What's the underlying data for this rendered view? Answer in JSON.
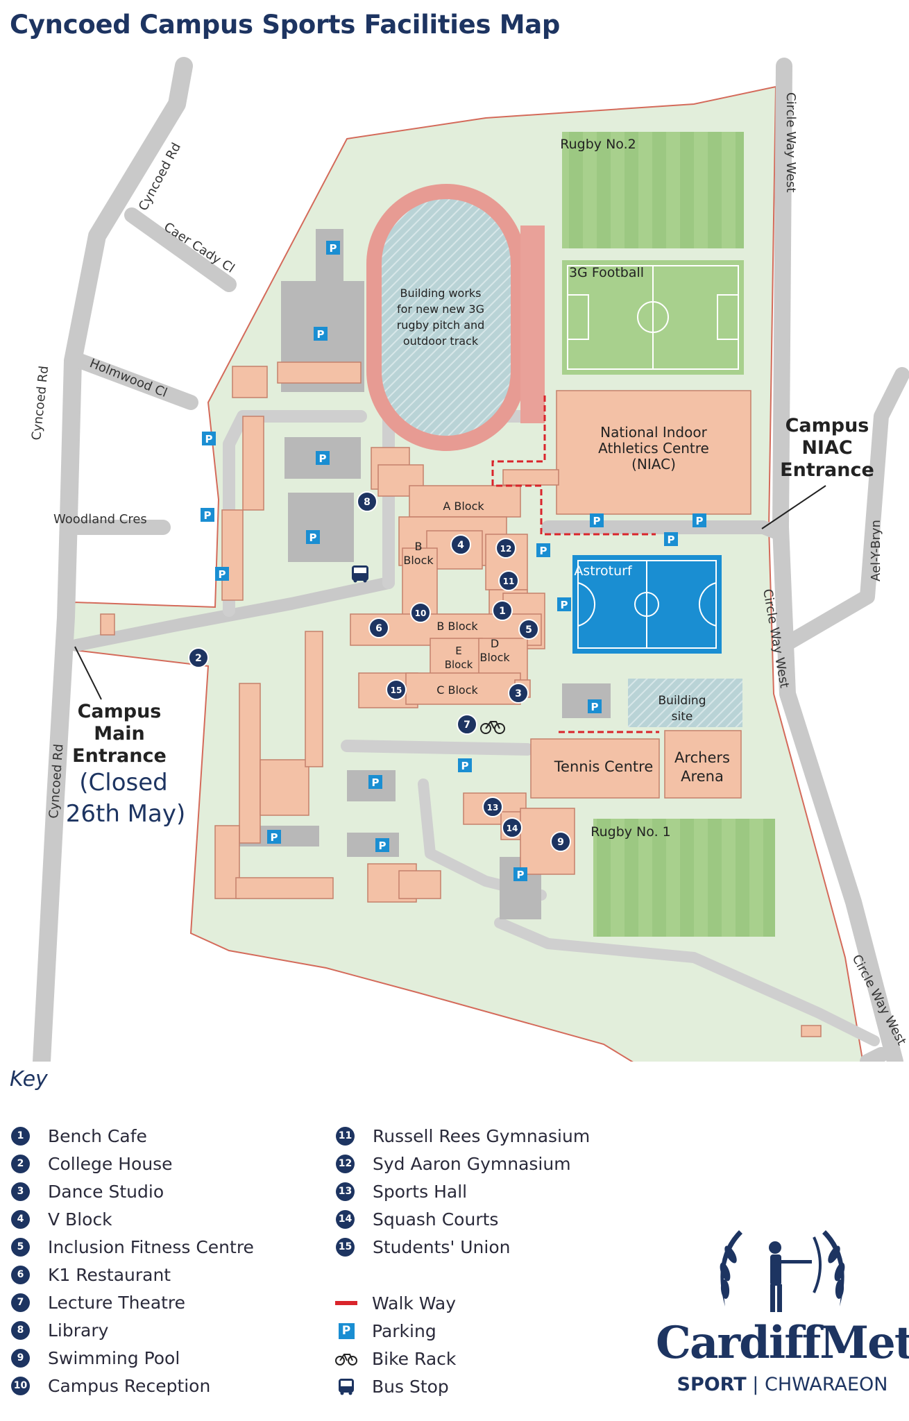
{
  "title": "Cyncoed Campus Sports Facilities Map",
  "map": {
    "roads": {
      "cyncoed_rd_top": "Cyncoed Rd",
      "cyncoed_rd_mid": "Cyncoed Rd",
      "cyncoed_rd_bottom": "Cyncoed Rd",
      "caer_cady": "Caer Cady Cl",
      "holmwood": "Holmwood Cl",
      "woodland": "Woodland Cres",
      "circle_way_top": "Circle Way West",
      "circle_way_mid": "Circle Way West",
      "circle_way_bottom": "Circle Way West",
      "ael_y_bryn": "Ael-Y-Bryn"
    },
    "areas": {
      "rugby2": "Rugby No.2",
      "football3g": "3G Football",
      "works_1": "Building works",
      "works_2": "for new new 3G",
      "works_3": "rugby pitch and",
      "works_4": "outdoor track",
      "niac_1": "National Indoor",
      "niac_2": "Athletics Centre",
      "niac_3": "(NIAC)",
      "astroturf": "Astroturf",
      "building_site_1": "Building",
      "building_site_2": "site",
      "tennis": "Tennis Centre",
      "archers_1": "Archers",
      "archers_2": "Arena",
      "rugby1": "Rugby No. 1",
      "a_block": "A Block",
      "b_block_1": "B",
      "b_block_2": "Block",
      "b_block_main": "B Block",
      "c_block": "C Block",
      "d_block_1": "D",
      "d_block_2": "Block",
      "e_block_1": "E",
      "e_block_2": "Block"
    },
    "entrances": {
      "niac_1": "Campus",
      "niac_2": "NIAC",
      "niac_3": "Entrance",
      "main_1": "Campus",
      "main_2": "Main",
      "main_3": "Entrance",
      "main_4": "(Closed",
      "main_5": "26th May)"
    },
    "parking_label": "P",
    "markers": [
      "1",
      "2",
      "3",
      "4",
      "5",
      "6",
      "7",
      "8",
      "9",
      "10",
      "11",
      "12",
      "13",
      "14",
      "15"
    ]
  },
  "key": {
    "title": "Key",
    "items": [
      {
        "num": "1",
        "label": "Bench Cafe"
      },
      {
        "num": "2",
        "label": "College House"
      },
      {
        "num": "3",
        "label": "Dance Studio"
      },
      {
        "num": "4",
        "label": "V Block"
      },
      {
        "num": "5",
        "label": "Inclusion Fitness Centre"
      },
      {
        "num": "6",
        "label": "K1 Restaurant"
      },
      {
        "num": "7",
        "label": "Lecture Theatre"
      },
      {
        "num": "8",
        "label": "Library"
      },
      {
        "num": "9",
        "label": "Swimming Pool"
      },
      {
        "num": "10",
        "label": "Campus Reception"
      },
      {
        "num": "11",
        "label": "Russell Rees Gymnasium"
      },
      {
        "num": "12",
        "label": "Syd Aaron Gymnasium"
      },
      {
        "num": "13",
        "label": "Sports Hall"
      },
      {
        "num": "14",
        "label": "Squash Courts"
      },
      {
        "num": "15",
        "label": "Students' Union"
      }
    ],
    "legend": {
      "walkway": "Walk Way",
      "parking": "Parking",
      "bike": "Bike Rack",
      "bus": "Bus Stop",
      "parking_icon": "P"
    }
  },
  "logo": {
    "word": "CardiffMet",
    "sub_left": "SPORT",
    "sub_sep": "|",
    "sub_right": "CHWARAEON"
  },
  "colors": {
    "campus": "#e2eedb",
    "road": "#c9c9c9",
    "building": "#f3c1a6",
    "building_stroke": "#c5806b",
    "pitch": "#a8d08d",
    "astroturf": "#1a8ed2",
    "track": "#e8a29a",
    "navy": "#1d3461",
    "parking": "#1a8ed2",
    "walkway": "#d9242b"
  }
}
